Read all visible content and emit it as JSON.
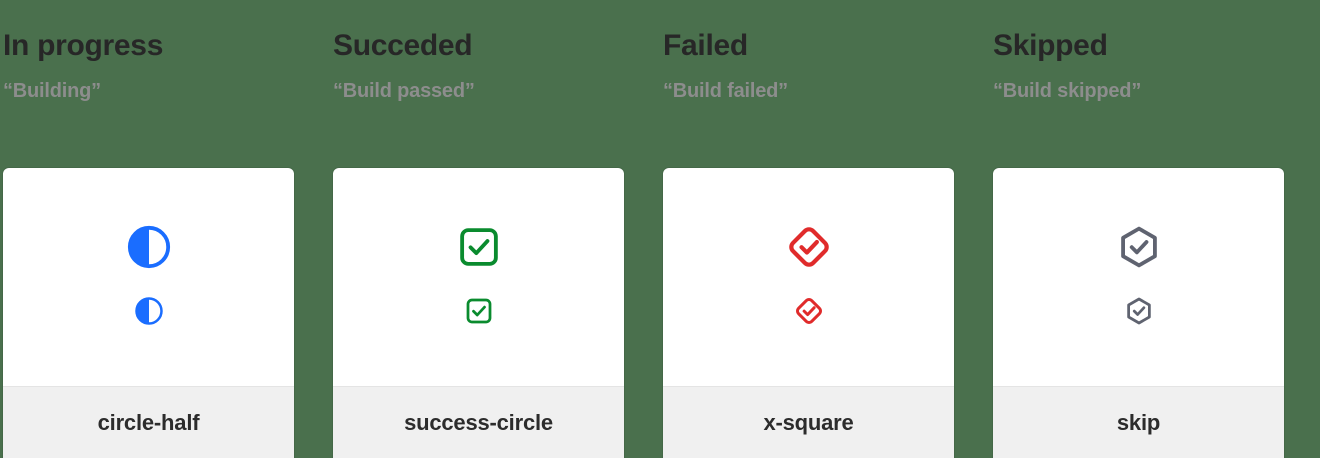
{
  "background_color": "#4a704d",
  "columns": [
    {
      "title": "In progress",
      "subtitle": "“Building”",
      "icon_name": "circle-half",
      "icon_label": "circle-half",
      "icon_color": "#1a6dff"
    },
    {
      "title": "Succeded",
      "subtitle": "“Build passed”",
      "icon_name": "success-circle",
      "icon_label": "success-circle",
      "icon_color": "#0a8b2e"
    },
    {
      "title": "Failed",
      "subtitle": "“Build failed”",
      "icon_name": "x-square",
      "icon_label": "x-square",
      "icon_color": "#e02b2b"
    },
    {
      "title": "Skipped",
      "subtitle": "“Build skipped”",
      "icon_name": "skip",
      "icon_label": "skip",
      "icon_color": "#5f6370"
    }
  ]
}
